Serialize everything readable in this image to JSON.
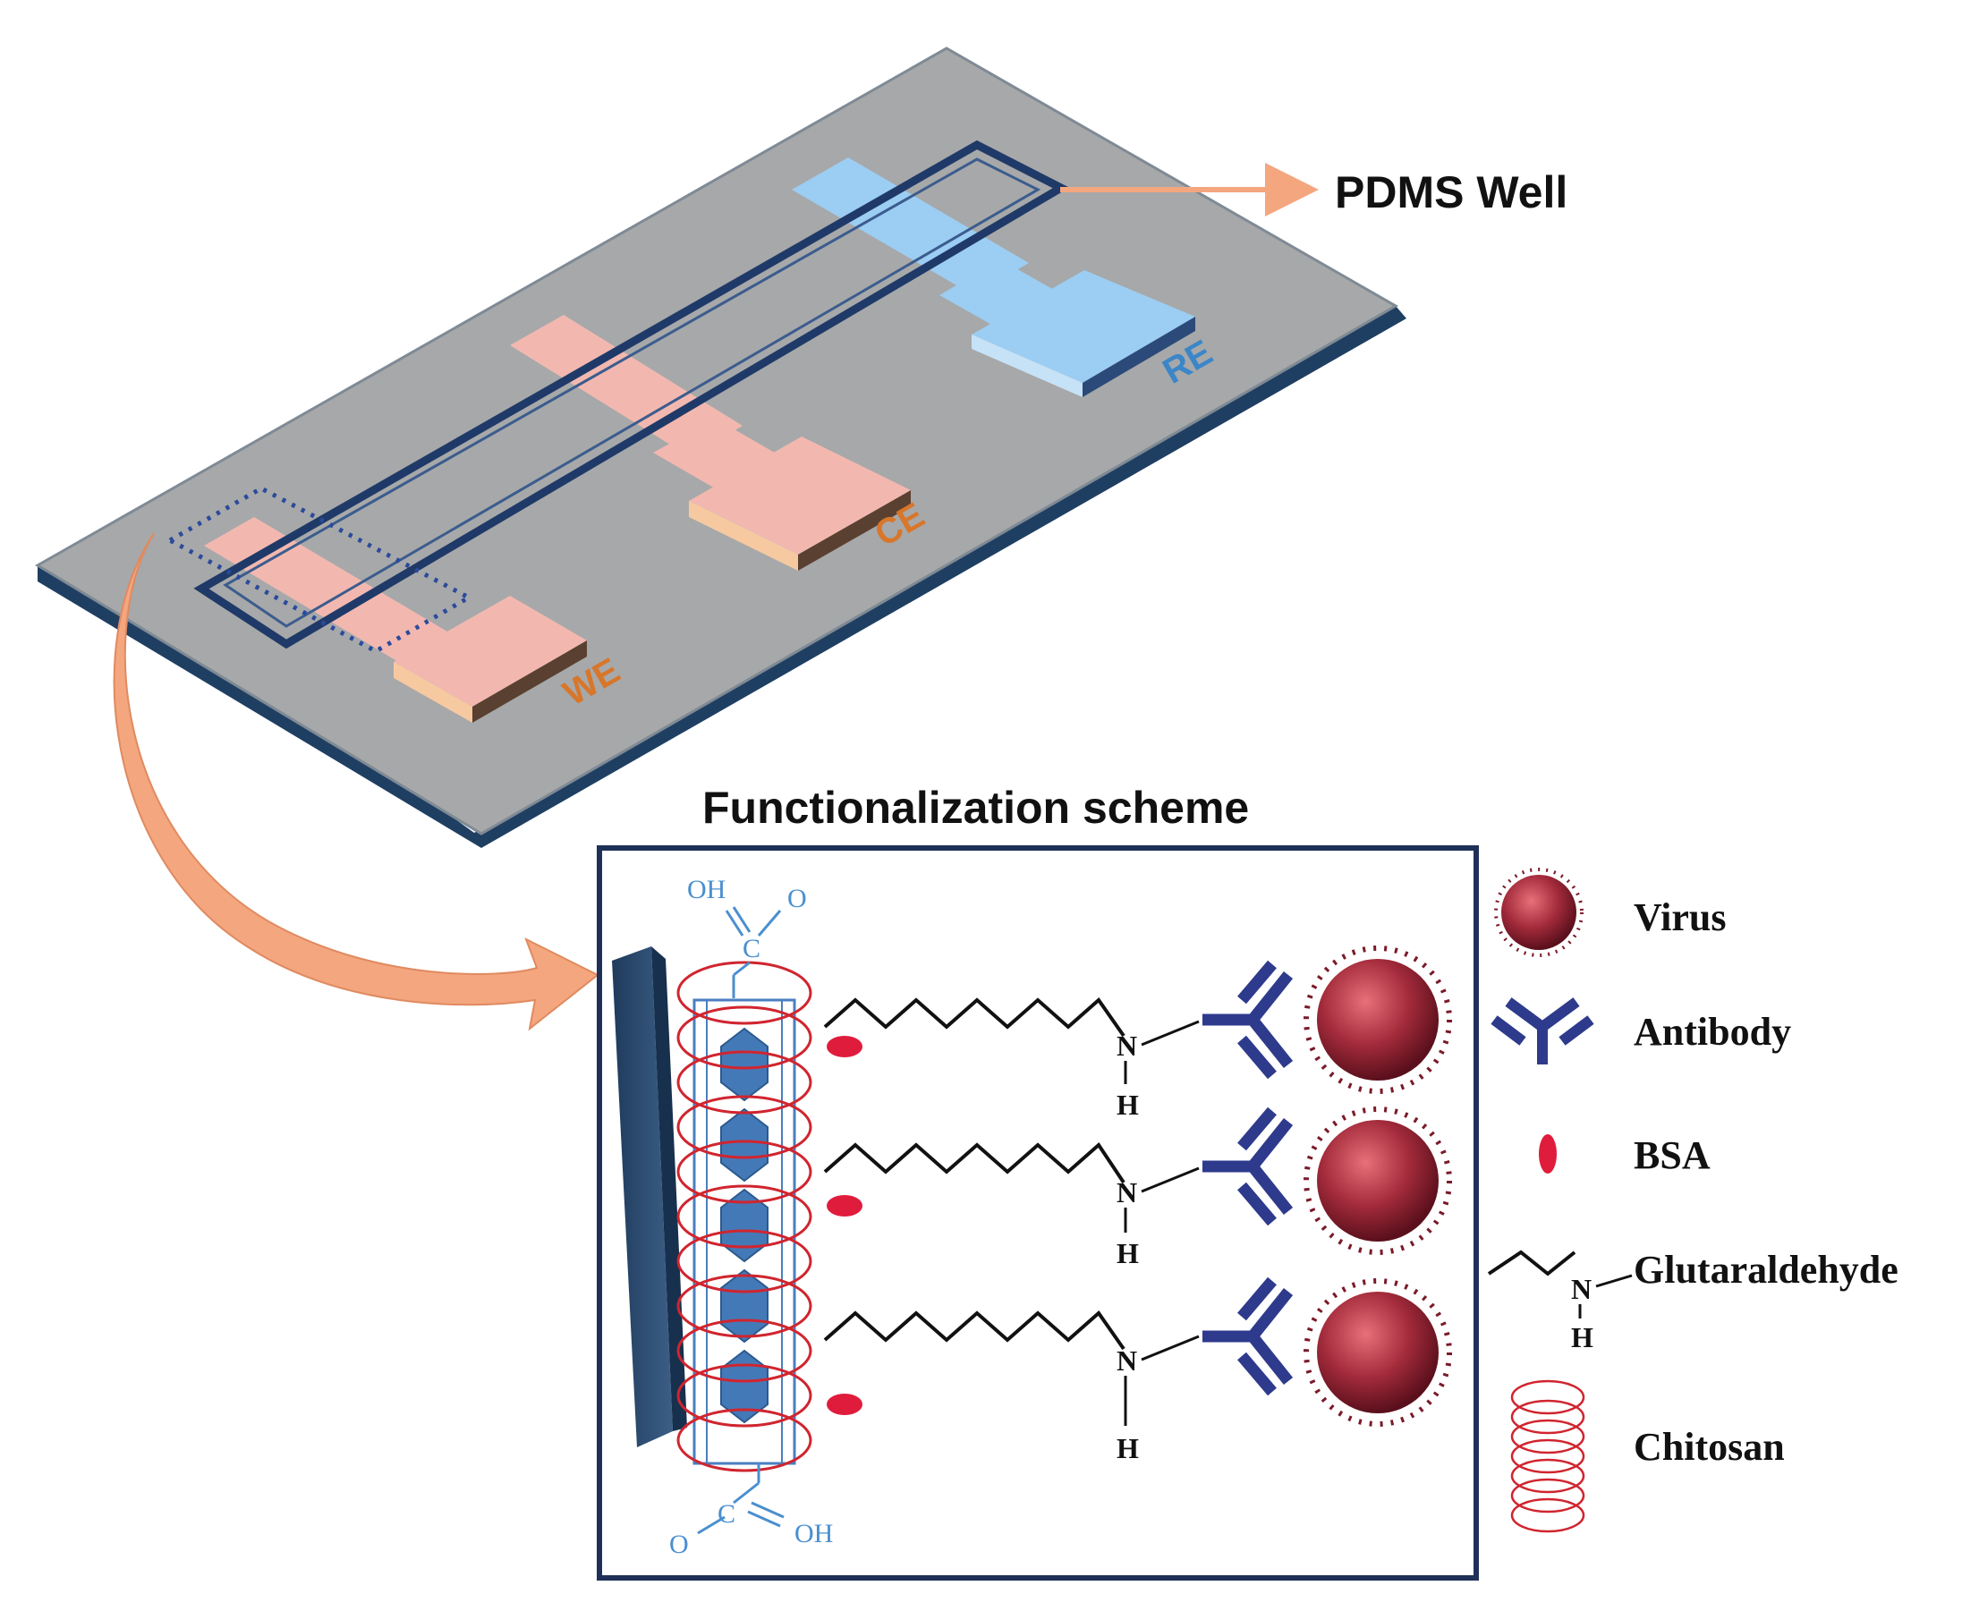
{
  "device": {
    "pdms_label": "PDMS Well",
    "electrodes": {
      "we": "WE",
      "ce": "CE",
      "re": "RE"
    }
  },
  "scheme": {
    "title": "Functionalization scheme",
    "rows": [
      {
        "n": "N",
        "h": "H"
      },
      {
        "n": "N",
        "h": "H"
      },
      {
        "n": "N",
        "h": "H"
      }
    ],
    "carboxyl_top": {
      "oh": "OH",
      "o": "O",
      "c": "C"
    },
    "carboxyl_bottom": {
      "oh": "OH",
      "o": "O",
      "c": "C"
    }
  },
  "legend": {
    "virus": "Virus",
    "antibody": "Antibody",
    "bsa": "BSA",
    "glutaraldehyde": "Glutaraldehyde",
    "glut_n": "N",
    "glut_h": "H",
    "chitosan": "Chitosan"
  },
  "colors": {
    "substrate": "#a9a9a9",
    "substrate_edge": "#2f4f6f",
    "electrode_pink": "#f2b8b0",
    "electrode_blue": "#9ccdf2",
    "well_outline": "#2b4a7a",
    "arrow_salmon": "#f4a67f",
    "antibody": "#2e3a8c",
    "virus": "#9c2b3a",
    "bsa": "#e01c3c",
    "chitosan": "#d0252f",
    "label_orange": "#d8762a",
    "label_blue": "#3b86c9"
  }
}
